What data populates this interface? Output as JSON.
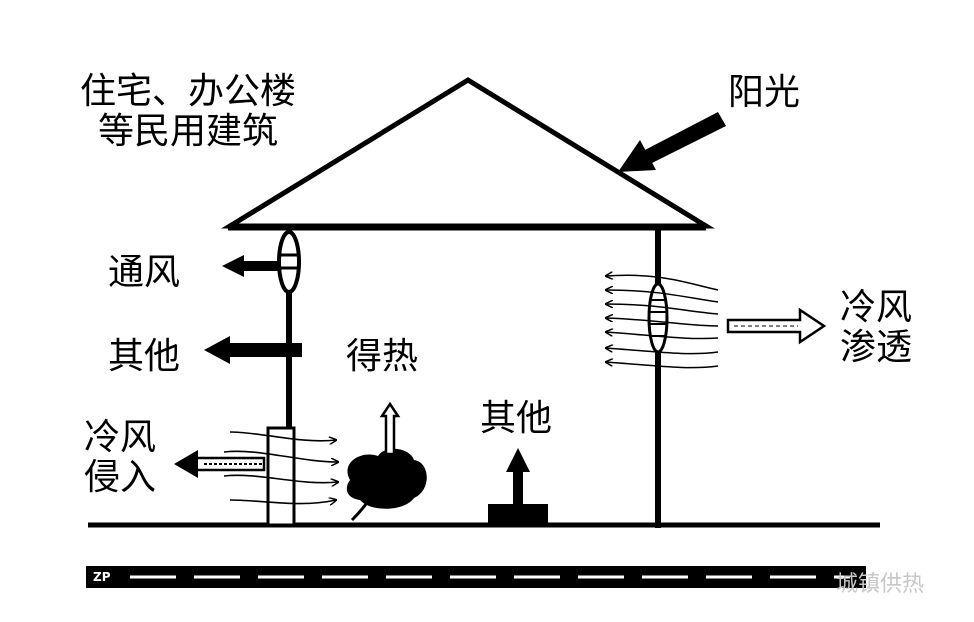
{
  "diagram": {
    "building_caption": [
      "住宅、办公楼",
      "等民用建筑"
    ],
    "sunlight_label": "阳光",
    "ventilation_label": "通风",
    "other_loss_label": "其他",
    "heat_gain_label": "得热",
    "other_gain_label": "其他",
    "cold_infiltration_label": [
      "冷风",
      "渗透"
    ],
    "cold_intrusion_label": [
      "冷风",
      "侵入"
    ],
    "badge_text": "ZP",
    "watermark_text": "城镇供热"
  },
  "colors": {
    "ink": "#000000",
    "background": "#ffffff",
    "watermark": "#c8c8c8"
  }
}
